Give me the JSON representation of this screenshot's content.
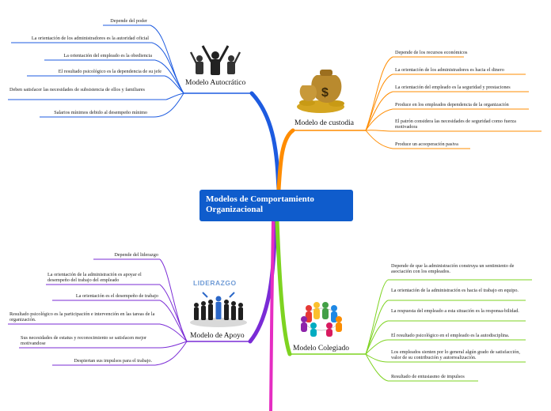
{
  "central": {
    "title": "Modelos de Comportamiento Organizacional"
  },
  "branches": {
    "autocratico": {
      "label": "Modelo Autocrático",
      "color": "#1d5be0",
      "icon": "raised-arms-people-icon",
      "items": [
        "Depende del poder",
        "La orientación de los administradores es la autoridad oficial",
        "La orientación del empleado es la obediencia",
        "El resultado psicológico es la dependencia de su jefe",
        "Deben satisfacer las necesidades de subsistencia de ellos y familiares",
        "Salarios mínimos debido al desempeño mínimo"
      ]
    },
    "custodia": {
      "label": "Modelo de custodia",
      "color": "#ff8c00",
      "icon": "money-bags-icon",
      "items": [
        "Depende de los recursos económicos",
        "La orientación de los administradores es hacia el dinero",
        "La orientación del empleado es la seguridad y prestaciones",
        "Produce en los empleados dependencia de la organización",
        "El patrón considera las necesidades de seguridad como fuerza motivadora",
        "Produce un acooperación pasiva"
      ]
    },
    "apoyo": {
      "label": "Modelo de Apoyo",
      "color": "#7a2bd6",
      "icon": "leadership-group-icon",
      "icon_text": "LIDERAZGO",
      "items": [
        "Depende del liderazgo",
        "La orientación de la administración es apoyar el desempeño del trabajo del empleado",
        "La orientación es el desempeño de trabajo",
        "Resultado psicológico es la participación e intervención en las tareas de la organización.",
        "Sus necesidades de estatus y reconocimiento se satisfacen mejor motivandose",
        "Despiertan sus impulsos para el trabajo."
      ]
    },
    "colegiado": {
      "label": "Modelo Colegiado",
      "color": "#7ed321",
      "icon": "people-circle-icon",
      "items": [
        "Depende de que la administración construya un sentimiento de asociación con los empleados.",
        "La orientación de la administración es hacia el trabajo en equipo.",
        "La respuesta del empleado a esta situación es la responsa-bilidad.",
        "El resultado psicológico  en el empleado es la autodisciplina.",
        "Los empleados sienten por lo general algún grado de satisfacción, valor de su contribución y autorrealización.",
        "Resultado de entusiasmo de impulsos"
      ]
    }
  }
}
